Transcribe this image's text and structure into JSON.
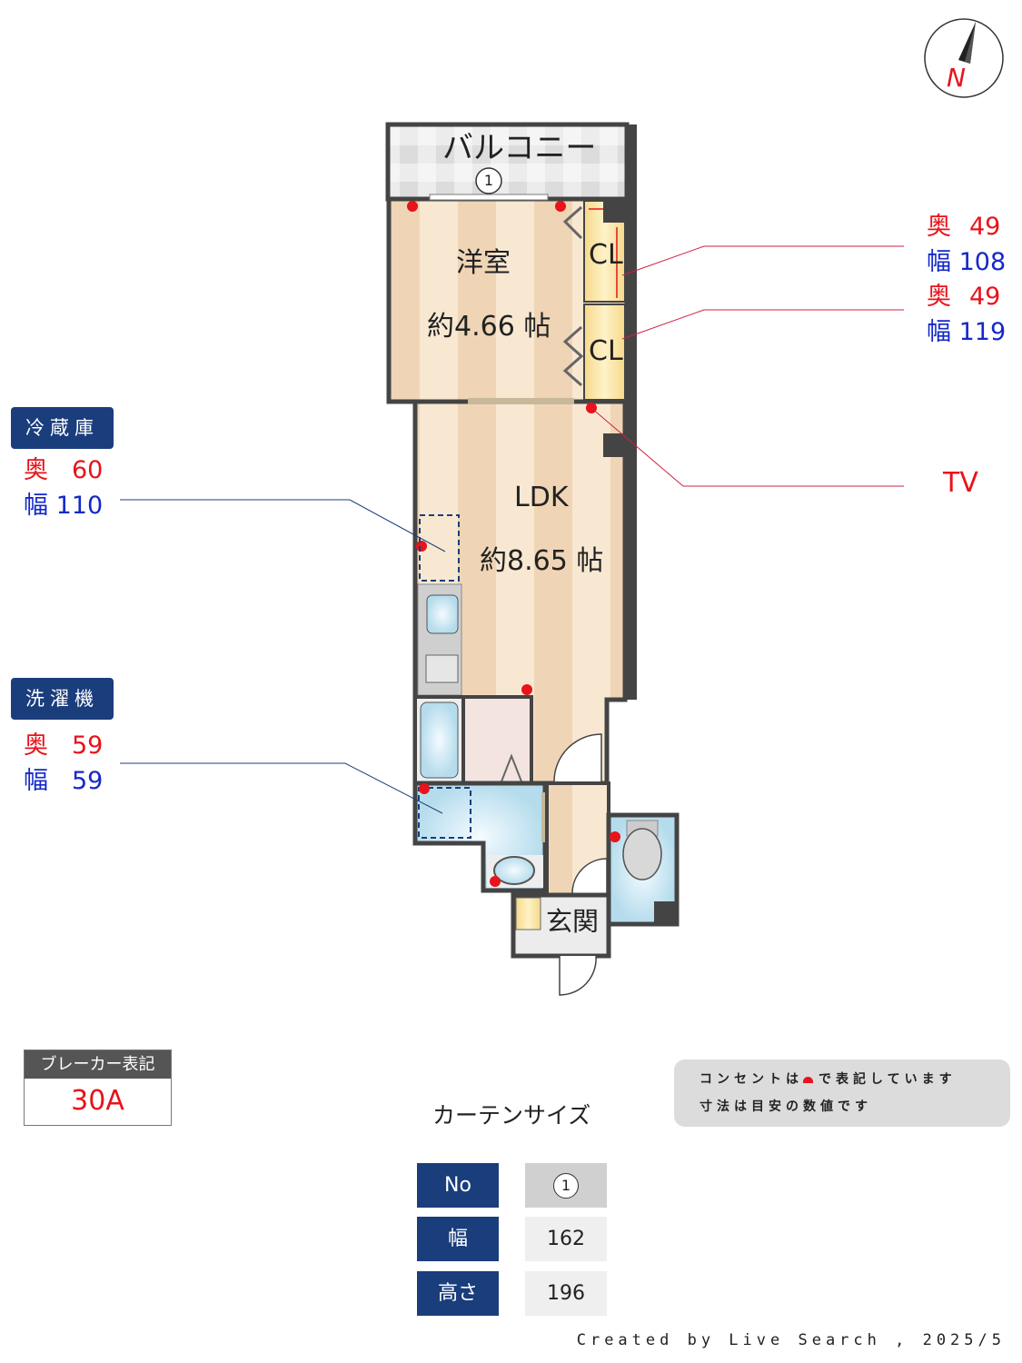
{
  "compass": {
    "label": "N"
  },
  "rooms": {
    "balcony": "バルコニー",
    "balcony_window_no": "1",
    "bedroom": "洋室",
    "bedroom_size": "約4.66 帖",
    "closet1": "CL",
    "closet2": "CL",
    "ldk": "LDK",
    "ldk_size": "約8.65 帖",
    "entrance": "玄関"
  },
  "callouts_right": [
    {
      "depth_label": "奥",
      "depth": "49",
      "width_label": "幅",
      "width": "108"
    },
    {
      "depth_label": "奥",
      "depth": "49",
      "width_label": "幅",
      "width": "119"
    }
  ],
  "tv_label": "TV",
  "fridge": {
    "title": "冷蔵庫",
    "depth_label": "奥",
    "depth": "60",
    "width_label": "幅",
    "width": "110"
  },
  "washer": {
    "title": "洗濯機",
    "depth_label": "奥",
    "depth": "59",
    "width_label": "幅",
    "width": "59"
  },
  "breaker": {
    "title": "ブレーカー表記",
    "value": "30A"
  },
  "note": {
    "line1_a": "コンセントは",
    "line1_b": "で表記しています",
    "line2": "寸法は目安の数値です"
  },
  "curtain": {
    "title": "カーテンサイズ",
    "rows": [
      {
        "header": "No",
        "value": "1"
      },
      {
        "header": "幅",
        "value": "162"
      },
      {
        "header": "高さ",
        "value": "196"
      }
    ]
  },
  "footer": "Created by Live Search , 2025/5",
  "colors": {
    "navy": "#1a3d7c",
    "red": "#e8131b",
    "blue": "#1428c8",
    "wall": "#444444",
    "floor": "#f3dcc0"
  }
}
